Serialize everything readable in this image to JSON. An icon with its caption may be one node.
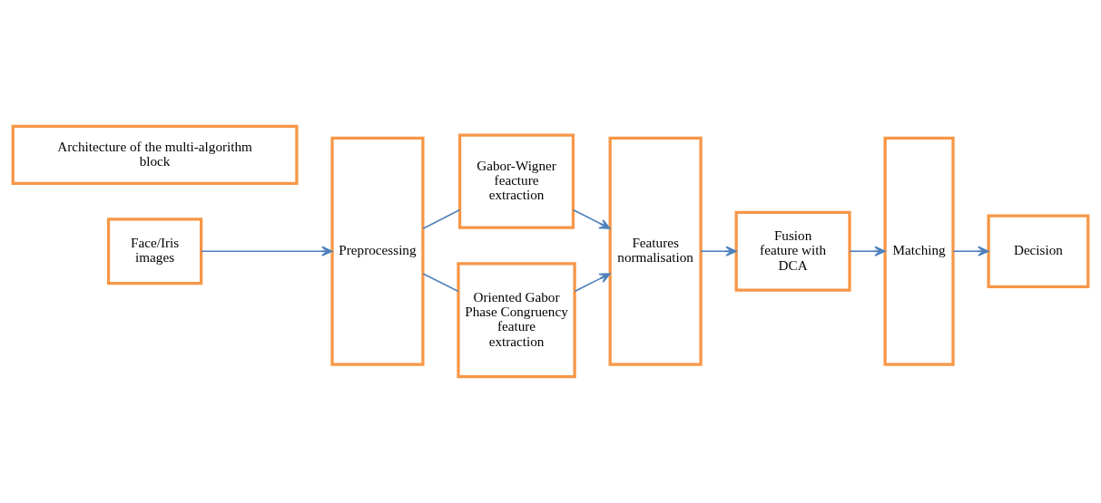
{
  "diagram": {
    "nodes": [
      {
        "text": [
          "Face/Iris images"
        ]
      },
      {
        "text": [
          "Preprocessing"
        ]
      },
      {
        "text": [
          "Gabor-Wigner feacture extraction"
        ]
      },
      {
        "text": [
          "Oriented Gabor Phase Congruency feature extraction"
        ]
      },
      {
        "text": [
          "Features normalisation"
        ]
      },
      {
        "text": [
          "Fusion feature with DCA"
        ]
      },
      {
        "text": [
          "Matching"
        ]
      },
      {
        "text": [
          "Decision"
        ]
      },
      {
        "text": [
          "Architecture of the multi-algorithm block"
        ]
      }
    ],
    "edges": [
      {
        "from": 0,
        "to": 1,
        "arrow": "to"
      },
      {
        "from": 1,
        "to": 2,
        "arrow": "none"
      },
      {
        "from": 1,
        "to": 3,
        "arrow": "none"
      },
      {
        "from": 2,
        "to": 4,
        "arrow": "to"
      },
      {
        "from": 3,
        "to": 4,
        "arrow": "to"
      },
      {
        "from": 4,
        "to": 5,
        "arrow": "to"
      },
      {
        "from": 5,
        "to": 6,
        "arrow": "to"
      },
      {
        "from": 6,
        "to": 7,
        "arrow": "to"
      }
    ]
  }
}
